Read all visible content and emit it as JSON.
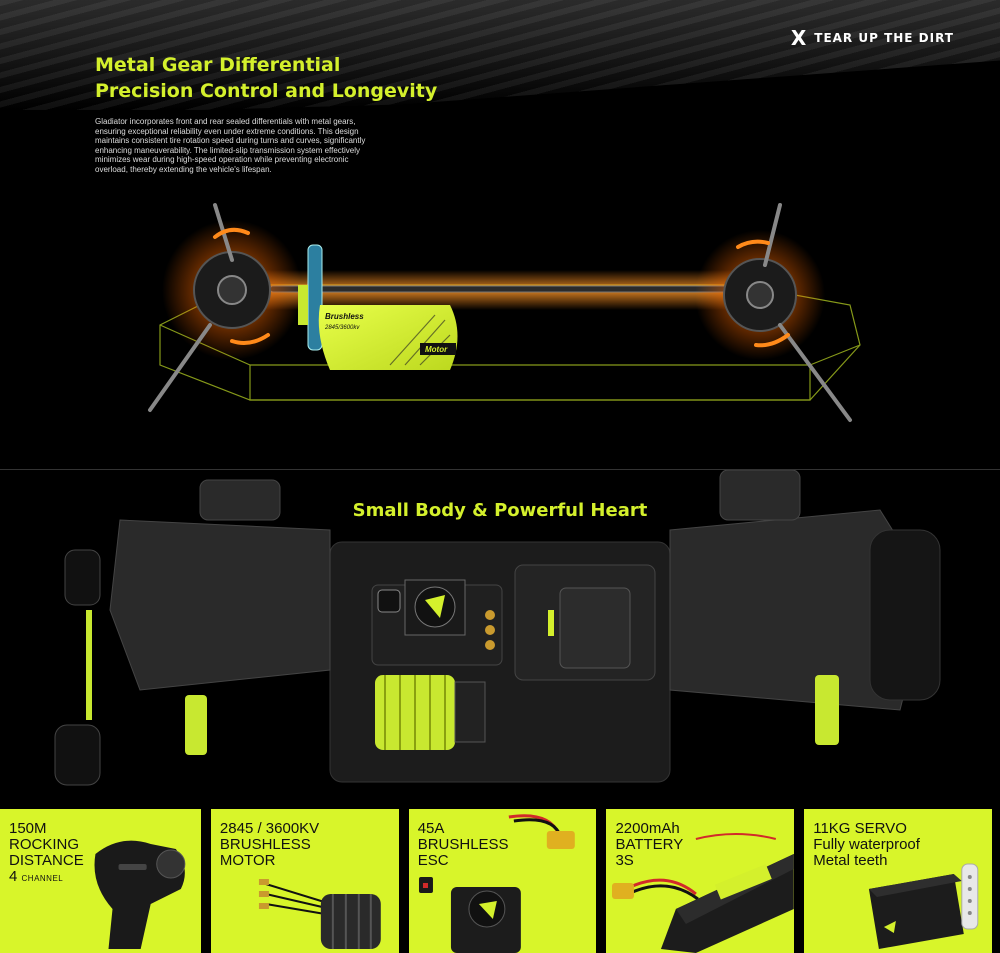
{
  "brand": {
    "mark": "X",
    "slogan": "TEAR UP THE DIRT"
  },
  "differential": {
    "title_line1": "Metal Gear Differential",
    "title_line2": "Precision Control and Longevity",
    "description": "Gladiator incorporates front and rear sealed differentials with metal gears, ensuring exceptional reliability even under extreme conditions. This design maintains consistent tire rotation speed during turns and curves, significantly enhancing maneuverability. The limited-slip transmission system effectively minimizes wear during high-speed operation while preventing electronic overload, thereby extending the vehicle's lifespan.",
    "motor_label_top": "Brushless",
    "motor_label_spec": "2845/3600kv",
    "motor_label_bottom": "Motor"
  },
  "chassis": {
    "title": "Small Body & Powerful Heart"
  },
  "cards": [
    {
      "lines": [
        "150M",
        "ROCKING",
        "DISTANCE"
      ],
      "sub_number": "4",
      "sub_text": "CHANNEL"
    },
    {
      "lines": [
        "2845 / 3600KV",
        "BRUSHLESS",
        "MOTOR"
      ]
    },
    {
      "lines": [
        "45A",
        "BRUSHLESS",
        "ESC"
      ]
    },
    {
      "lines": [
        "2200mAh",
        "BATTERY",
        "3S"
      ]
    },
    {
      "lines": [
        "11KG SERVO",
        "Fully waterproof",
        "Metal teeth"
      ]
    }
  ],
  "colors": {
    "accent": "#d4f02c",
    "card_bg": "#d8f52a",
    "glow": "#ff8a1a"
  }
}
